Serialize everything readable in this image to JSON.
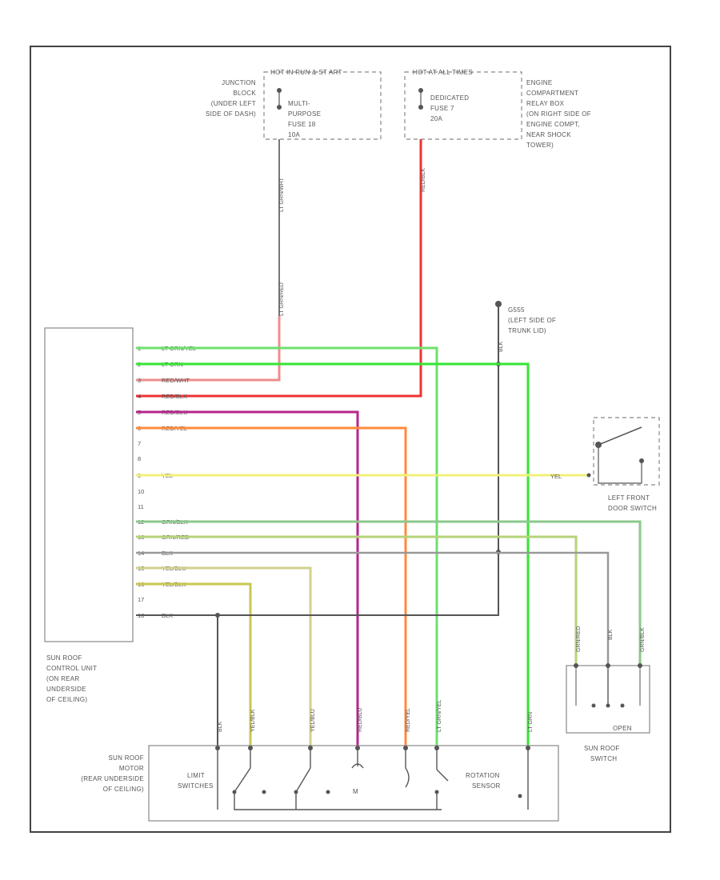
{
  "title_code": "",
  "fuse_boxes": {
    "left": {
      "header": "HOT IN RUN & ST ART",
      "fuse_label": [
        "MULTI-",
        "PURPOSE",
        "FUSE 18",
        "10A"
      ],
      "location": [
        "JUNCTION",
        "BLOCK",
        "(UNDER LEFT",
        "SIDE OF DASH)"
      ]
    },
    "right": {
      "header": "HOT AT ALL TIMES",
      "fuse_label": [
        "DEDICATED",
        "FUSE 7",
        "20A"
      ],
      "location": [
        "ENGINE",
        "COMPARTMENT",
        "RELAY BOX",
        "(ON RIGHT SIDE OF",
        "ENGINE COMPT,",
        "NEAR SHOCK",
        "TOWER)"
      ]
    }
  },
  "ground": {
    "name": "G555",
    "location": [
      "(LEFT SIDE OF",
      "TRUNK LID)"
    ],
    "wire_label": "BLK"
  },
  "control_unit": {
    "label": [
      "SUN ROOF",
      "CONTROL UNIT",
      "(ON REAR",
      "UNDERSIDE",
      "OF CEILING)"
    ],
    "pins": [
      {
        "num": "1",
        "wire": "LT GRN/YEL",
        "color": "#6ee06e"
      },
      {
        "num": "2",
        "wire": "LT GRN",
        "color": "#33e633"
      },
      {
        "num": "3",
        "wire": "RED/WHT",
        "color": "#f08c8c"
      },
      {
        "num": "4",
        "wire": "RED/BLK",
        "color": "#ee2222"
      },
      {
        "num": "5",
        "wire": "RED/BLU",
        "color": "#b4268c"
      },
      {
        "num": "6",
        "wire": "RED/YEL",
        "color": "#ff8a3c"
      },
      {
        "num": "7",
        "wire": "",
        "color": ""
      },
      {
        "num": "8",
        "wire": "",
        "color": ""
      },
      {
        "num": "9",
        "wire": "YEL",
        "color": "#f0f07a"
      },
      {
        "num": "10",
        "wire": "",
        "color": ""
      },
      {
        "num": "11",
        "wire": "",
        "color": ""
      },
      {
        "num": "12",
        "wire": "GRN/BLK",
        "color": "#8cc88c"
      },
      {
        "num": "13",
        "wire": "GRN/RED",
        "color": "#b4d478"
      },
      {
        "num": "14",
        "wire": "BLK",
        "color": "#999999"
      },
      {
        "num": "15",
        "wire": "YEL/BLU",
        "color": "#d2d28c"
      },
      {
        "num": "16",
        "wire": "YEL/BLK",
        "color": "#c8c850"
      },
      {
        "num": "17",
        "wire": "",
        "color": ""
      },
      {
        "num": "18",
        "wire": "BLK",
        "color": "#555555"
      }
    ]
  },
  "vertical_wire_labels": {
    "left_fuse_lower": "LT GRN/RED",
    "left_fuse_upper": "LT GRN/WHT",
    "right_fuse": "RED/BLK"
  },
  "door_switch": {
    "wire_label": "YEL",
    "label": [
      "LEFT FRONT",
      "DOOR SWITCH"
    ]
  },
  "sunroof_switch": {
    "label": [
      "SUN ROOF",
      "SWITCH"
    ],
    "position_label": "OPEN",
    "wire_labels": [
      "GRN/RED",
      "BLK",
      "GRN/BLK"
    ]
  },
  "motor": {
    "label": [
      "SUN ROOF",
      "MOTOR",
      "(REAR UNDERSIDE",
      "OF CEILING)"
    ],
    "limit_label": [
      "LIMIT",
      "SWITCHES"
    ],
    "rotation_label": [
      "ROTATION",
      "SENSOR"
    ],
    "wire_labels": [
      "BLK",
      "YEL/BLK",
      "YEL/BLU",
      "RED/BLU",
      "RED/YEL",
      "LT GRN/YEL",
      "LT GRN"
    ]
  },
  "colors": {
    "frame": "#444444",
    "red_feed": "#ee3333",
    "pink_feed": "#f08c8c",
    "black_wire": "#555555"
  }
}
